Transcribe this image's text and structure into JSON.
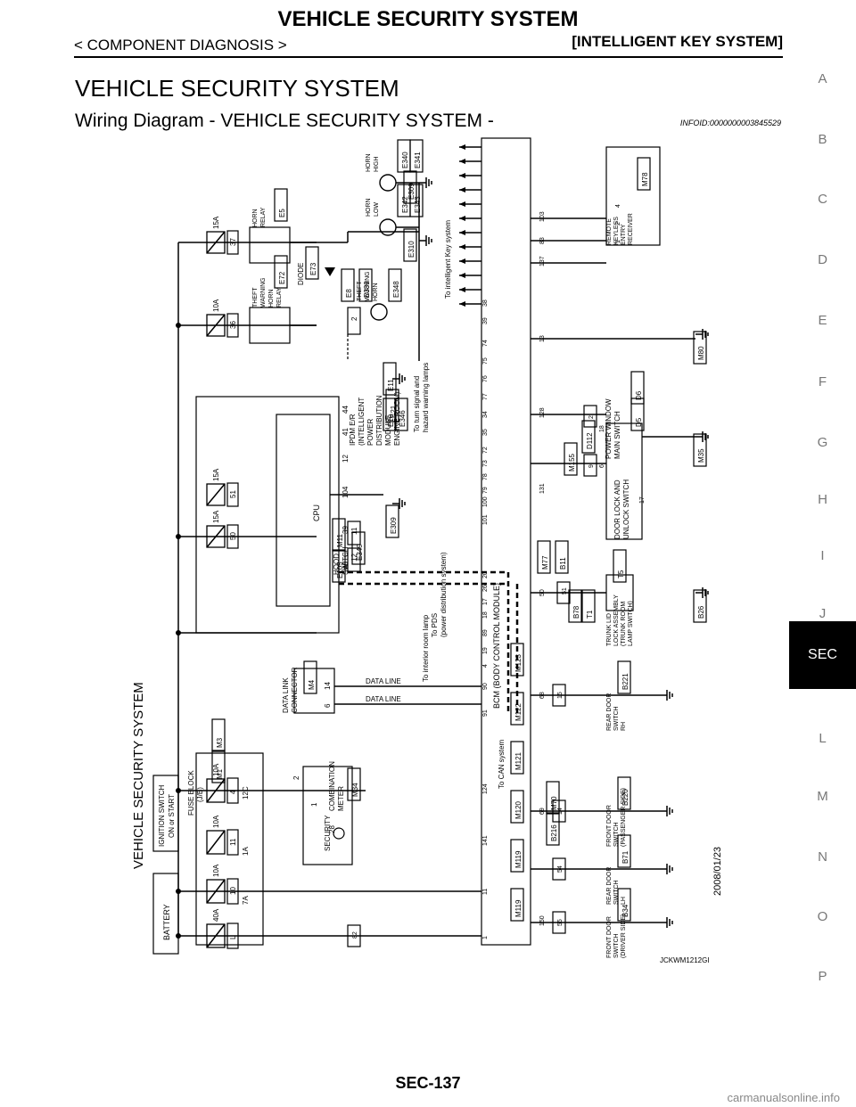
{
  "header": {
    "title": "VEHICLE SECURITY SYSTEM",
    "breadcrumb": "< COMPONENT DIAGNOSIS >",
    "system": "[INTELLIGENT KEY SYSTEM]"
  },
  "section_title": "VEHICLE SECURITY SYSTEM",
  "subtitle": "Wiring Diagram - VEHICLE SECURITY SYSTEM -",
  "info_id": "INFOID:0000000003845529",
  "sidebar": {
    "letters": [
      "A",
      "B",
      "C",
      "D",
      "E",
      "F",
      "G",
      "H",
      "I",
      "J",
      "L",
      "M",
      "N",
      "O",
      "P"
    ],
    "active": "SEC"
  },
  "diagram": {
    "main_title": "VEHICLE SECURITY SYSTEM",
    "date": "2008/01/23",
    "code": "JCKWM1212GI",
    "battery": "BATTERY",
    "ignition": [
      "IGNITION SWITCH",
      "ON or START"
    ],
    "fuse_block": [
      "FUSE BLOCK",
      "(J/B)"
    ],
    "fuse_block_conn": [
      "M1",
      "M3"
    ],
    "fuses": [
      {
        "amp": "40A",
        "num": "L"
      },
      {
        "amp": "10A",
        "num": "10"
      },
      {
        "amp": "10A",
        "num": "11"
      },
      {
        "amp": "10A",
        "num": "4"
      }
    ],
    "fuse_terms": [
      "7A",
      "1A",
      "12C"
    ],
    "ipdm_fuses": [
      {
        "amp": "15A",
        "num": "50"
      },
      {
        "amp": "15A",
        "num": "51"
      },
      {
        "amp": "10A",
        "num": "36"
      },
      {
        "amp": "15A",
        "num": "37"
      }
    ],
    "ipdm": [
      "IPDM E/R",
      "(INTELLIGENT",
      "POWER",
      "DISTRIBUTION",
      "MODULE",
      "ENGINE ROOM)"
    ],
    "ipdm_conn": [
      "E10",
      "E11",
      "E346"
    ],
    "cpu": "CPU",
    "ipdm_pins": [
      "40",
      "39",
      "104",
      "12",
      "41",
      "44"
    ],
    "horn_relay": [
      "HORN",
      "RELAY"
    ],
    "horn_relay_conn": "E5",
    "theft_relay": [
      "THEFT",
      "WARNING",
      "HORN",
      "RELAY"
    ],
    "theft_relay_conn": "E72",
    "diode": "DIODE",
    "diode_conn": "E73",
    "horn_high": [
      "HORN",
      "HIGH"
    ],
    "horn_high_conn": [
      "E340",
      "E341"
    ],
    "horn_low": [
      "HORN",
      "LOW"
    ],
    "horn_low_conn": [
      "E342",
      "E343"
    ],
    "theft_horn": [
      "THEFT",
      "WARNING",
      "HORN"
    ],
    "theft_horn_conn": "E348",
    "grounds": [
      "E309",
      "E310",
      "E21",
      "E309",
      "M80",
      "M35",
      "B26"
    ],
    "hood_switch": [
      "HOOD",
      "SWITCH"
    ],
    "hood_switch_conn": "E349",
    "data_link": [
      "DATA LINK",
      "CONNECTOR"
    ],
    "data_link_conn": "M4",
    "data_line": "DATA LINE",
    "data_link_pins": [
      "14",
      "6"
    ],
    "comb_meter": [
      "COMBINATION",
      "METER"
    ],
    "comb_meter_conn": "M34",
    "security": "SECURITY",
    "comb_pins": [
      "2",
      "1",
      "28"
    ],
    "can_system": "To CAN system",
    "interior_lamp": "To interior room lamp",
    "pds": [
      "To PDS",
      "(power distribution system)"
    ],
    "turn_signal": [
      "To turn signal and",
      "hazard warning lamps"
    ],
    "intelligent_key": "To intelligent Key system",
    "bcm": "BCM (BODY CONTROL MODULE)",
    "bcm_conns": [
      "M119",
      "M119",
      "M120",
      "M121",
      "M122",
      "M123"
    ],
    "bcm_top_pins": [
      "1",
      "11",
      "141",
      "124",
      "91",
      "90",
      "4",
      "19",
      "89",
      "18",
      "17",
      "26",
      "20",
      "101",
      "100",
      "79",
      "78",
      "73",
      "72",
      "35",
      "34",
      "77",
      "76",
      "75",
      "74",
      "39",
      "38"
    ],
    "bcm_bottom_pins": [
      "150",
      "69",
      "68",
      "50",
      "131",
      "128",
      "13",
      "137",
      "83",
      "103"
    ],
    "remote": [
      "REMOTE",
      "KEYLESS",
      "ENTRY",
      "RECEIVER"
    ],
    "remote_conn": "M78",
    "remote_pins": [
      "1",
      "2",
      "4"
    ],
    "power_window": [
      "POWER WINDOW",
      "MAIN SWITCH"
    ],
    "power_window_conn": [
      "D5",
      "D6"
    ],
    "door_lock": [
      "DOOR LOCK AND",
      "UNLOCK SWITCH"
    ],
    "door_lock_pins": [
      "18",
      "6",
      "17"
    ],
    "trunk": [
      "TRUNK LID",
      "LOCK ASSEMBLY",
      "(TRUNK ROOM",
      "LAMP SWITCH)"
    ],
    "trunk_conn": "T5",
    "rear_door_rh": [
      "REAR DOOR",
      "SWITCH",
      "RH"
    ],
    "rear_door_rh_conn": "B221",
    "front_door_pass": [
      "FRONT DOOR",
      "SWITCH",
      "(PASSENGER SIDE)"
    ],
    "front_door_pass_conn": "B220",
    "rear_door_lh": [
      "REAR DOOR",
      "SWITCH",
      "LH"
    ],
    "rear_door_lh_conn": "B71",
    "front_door_drv": [
      "FRONT DOOR",
      "SWITCH",
      "(DRIVER SIDE)"
    ],
    "front_door_drv_conn": "B34",
    "inline_conns": [
      "E105",
      "M11",
      "M77",
      "B11",
      "M70",
      "B216",
      "B78",
      "T1",
      "E8",
      "E339",
      "M155",
      "D112"
    ],
    "inline_nums": [
      "82",
      "55",
      "54",
      "14",
      "15",
      "51",
      "1",
      "2",
      "3",
      "9",
      "12",
      "11",
      "8"
    ]
  },
  "footer": "SEC-137",
  "watermark": "carmanualsonline.info"
}
